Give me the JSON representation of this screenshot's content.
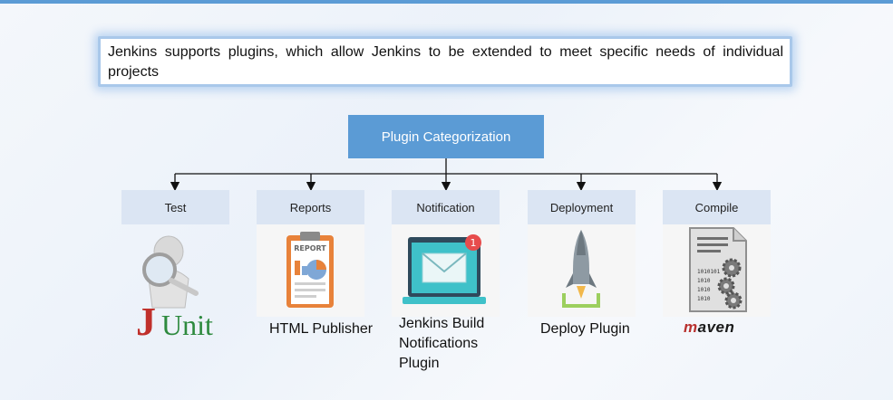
{
  "intro": {
    "text": "Jenkins supports plugins, which allow Jenkins to be extended to meet specific needs of individual projects"
  },
  "root": {
    "label": "Plugin Categorization"
  },
  "categories": [
    {
      "header": "Test",
      "plugin": "JUnit",
      "icon": "junit-magnifier-icon"
    },
    {
      "header": "Reports",
      "plugin": "HTML Publisher",
      "icon": "report-clipboard-icon"
    },
    {
      "header": "Notification",
      "plugin": "Jenkins Build Notifications Plugin",
      "icon": "email-notification-icon"
    },
    {
      "header": "Deployment",
      "plugin": "Deploy Plugin",
      "icon": "rocket-icon"
    },
    {
      "header": "Compile",
      "plugin": "maven",
      "icon": "code-gears-document-icon"
    }
  ],
  "notification_badge": "1",
  "report_icon_text": "REPORT",
  "maven_doc_lines": [
    "1010101",
    "1010",
    "1010",
    "1010"
  ],
  "colors": {
    "accent": "#5b9bd5",
    "header_bg": "#dbe5f3",
    "junit_red": "#c0302b",
    "junit_green": "#2d8a3e",
    "maven_red": "#b8312f"
  }
}
